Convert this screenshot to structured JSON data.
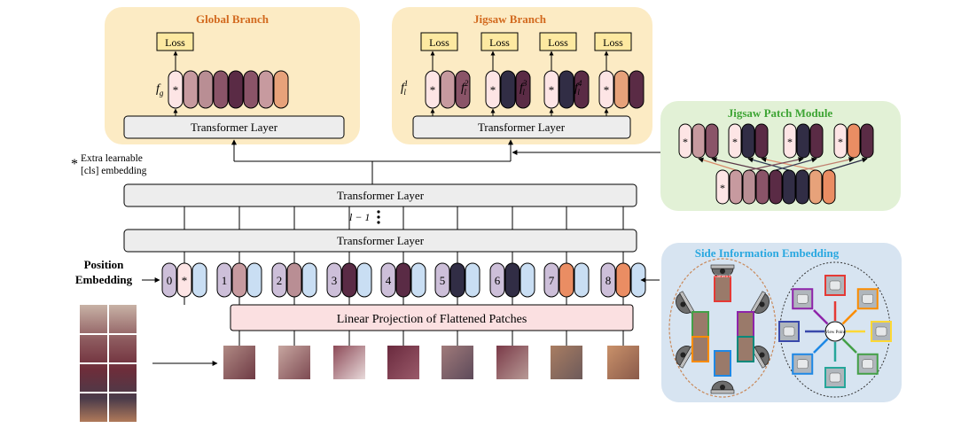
{
  "global_branch": {
    "title": "Global Branch",
    "loss": "Loss",
    "feature_label": "f",
    "feature_sub": "g",
    "layer": "Transformer Layer"
  },
  "jigsaw_branch": {
    "title": "Jigsaw Branch",
    "loss": "Loss",
    "feature_label": "f",
    "feature_sub": "l",
    "feature_sups": [
      "1",
      "2",
      "3",
      "4"
    ],
    "layer": "Transformer Layer"
  },
  "cls_note": {
    "star": "*",
    "line1": "Extra learnable",
    "line2": "[cls] embedding"
  },
  "main": {
    "layer_top": "Transformer Layer",
    "layer_bottom": "Transformer Layer",
    "repeat": "l − 1",
    "projection": "Linear Projection of Flattened Patches"
  },
  "position_embedding": {
    "line1": "Position",
    "line2": "Embedding",
    "indices": [
      "0",
      "1",
      "2",
      "3",
      "4",
      "5",
      "6",
      "7",
      "8"
    ],
    "cls_symbol": "*"
  },
  "jigsaw_patch_module": {
    "title": "Jigsaw Patch Module"
  },
  "side_information": {
    "title": "Side Information Embedding",
    "camera_label": "Camera 0",
    "viewpoint_label": "View Point"
  },
  "colors": {
    "global_bg": "#fcebc4",
    "jigsaw_bg": "#fcebc4",
    "branch_title": "#d2691e",
    "jpm_bg": "#e2f1d6",
    "jpm_title": "#3fa535",
    "sie_bg": "#d7e4f1",
    "sie_title": "#2aa8e0",
    "projection_bg": "#fbe0e1",
    "layer_bg": "#ededed",
    "loss_bg": "#fde9a1",
    "token_palette": [
      "#c79a9f",
      "#b98e94",
      "#8a5468",
      "#5a2b45",
      "#312d45",
      "#e7a27a",
      "#ea8d63"
    ],
    "position_fill": "#cdbfd9",
    "side_fill": "#c9def3"
  }
}
